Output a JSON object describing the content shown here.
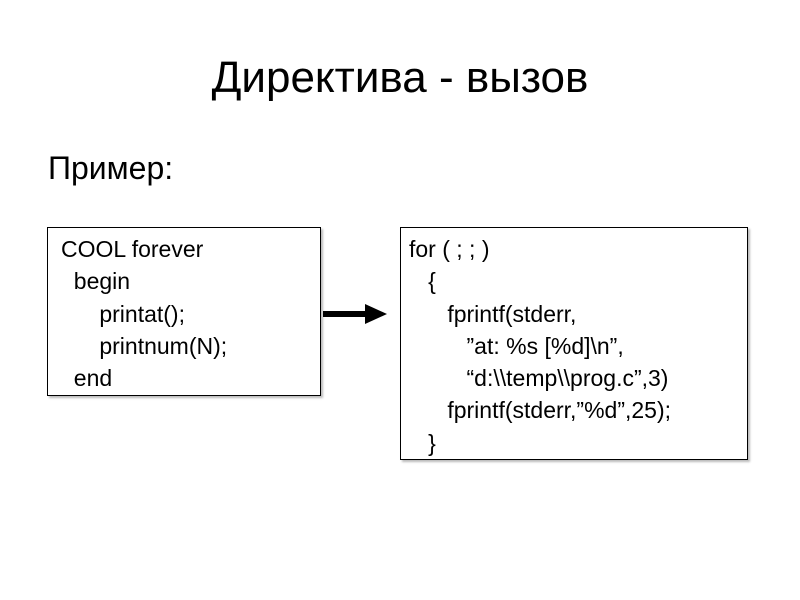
{
  "slide": {
    "title": "Директива - вызов",
    "subtitle": "Пример:",
    "left_code": [
      "COOL forever",
      "  begin",
      "      printat();",
      "      printnum(N);",
      "  end"
    ],
    "right_code": [
      "for ( ; ; )",
      "   {",
      "      fprintf(stderr,",
      "         ”at: %s [%d]\\n”,",
      "         “d:\\\\temp\\\\prog.c”,3)",
      "      fprintf(stderr,”%d”,25);",
      "   }"
    ],
    "arrow_icon": "arrow-right-icon"
  }
}
